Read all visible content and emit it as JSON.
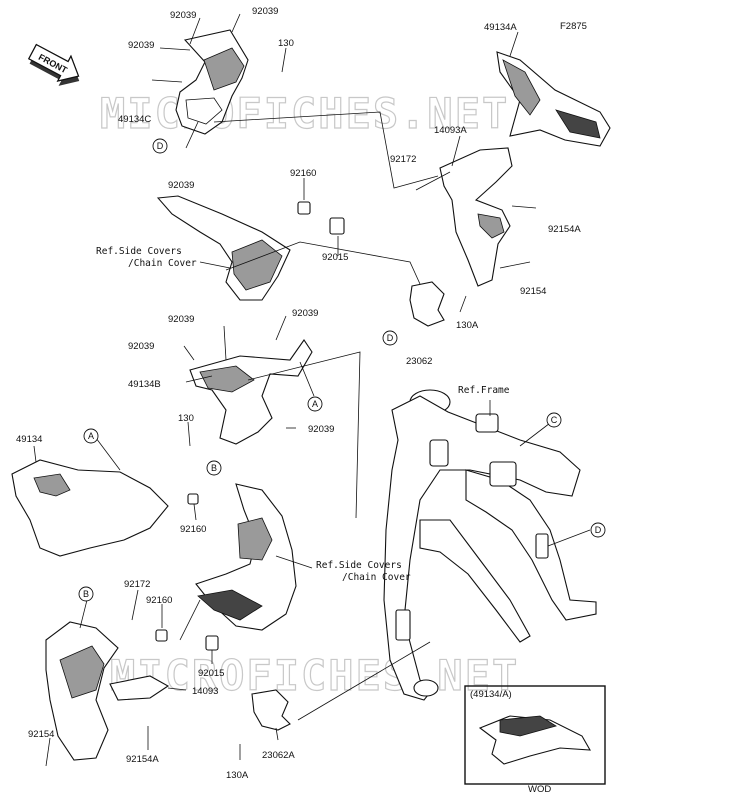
{
  "figure_code": "F2875",
  "watermark": "MICROFICHES.NET",
  "front_arrow_label": "FRONT",
  "inset": {
    "header": "(49134/A)",
    "footer": "WOD"
  },
  "references": {
    "side_covers_1": "Ref.Side Covers\n/Chain Cover",
    "side_covers_2": "Ref.Side Covers\n/Chain Cover",
    "frame": "Ref.Frame"
  },
  "callouts": [
    "A",
    "B",
    "C",
    "D"
  ],
  "part_labels": [
    "92039",
    "92039",
    "92039",
    "130",
    "49134C",
    "92039",
    "49134A",
    "14093A",
    "92172",
    "92154A",
    "92154",
    "130A",
    "23062",
    "92160",
    "92015",
    "92039",
    "92039",
    "92039",
    "49134B",
    "130",
    "92039",
    "49134",
    "92160",
    "92172",
    "92160",
    "92015",
    "14093",
    "92154",
    "92154A",
    "23062A",
    "130A"
  ]
}
